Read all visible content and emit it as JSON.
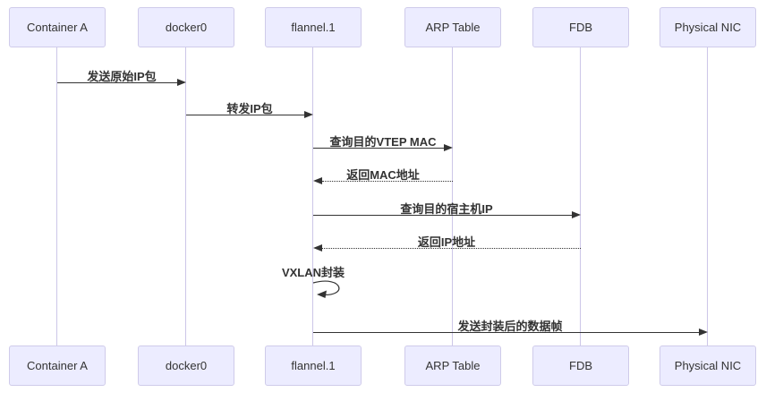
{
  "diagram": {
    "type": "sequence-diagram",
    "participants": [
      {
        "label": "Container A"
      },
      {
        "label": "docker0"
      },
      {
        "label": "flannel.1"
      },
      {
        "label": "ARP Table"
      },
      {
        "label": "FDB"
      },
      {
        "label": "Physical NIC"
      }
    ],
    "messages": [
      {
        "from": "Container A",
        "to": "docker0",
        "label": "发送原始IP包",
        "line": "solid"
      },
      {
        "from": "docker0",
        "to": "flannel.1",
        "label": "转发IP包",
        "line": "solid"
      },
      {
        "from": "flannel.1",
        "to": "ARP Table",
        "label": "查询目的VTEP MAC",
        "line": "solid"
      },
      {
        "from": "ARP Table",
        "to": "flannel.1",
        "label": "返回MAC地址",
        "line": "dotted"
      },
      {
        "from": "flannel.1",
        "to": "FDB",
        "label": "查询目的宿主机IP",
        "line": "solid"
      },
      {
        "from": "FDB",
        "to": "flannel.1",
        "label": "返回IP地址",
        "line": "dotted"
      },
      {
        "from": "flannel.1",
        "to": "flannel.1",
        "label": "VXLAN封装",
        "line": "self"
      },
      {
        "from": "flannel.1",
        "to": "Physical NIC",
        "label": "发送封装后的数据帧",
        "line": "solid"
      }
    ],
    "colors": {
      "actor_fill": "#ECECFF",
      "actor_border": "#CFCBEA",
      "lifeline": "#CCC6E8",
      "arrow": "#333333",
      "text": "#333333"
    }
  }
}
